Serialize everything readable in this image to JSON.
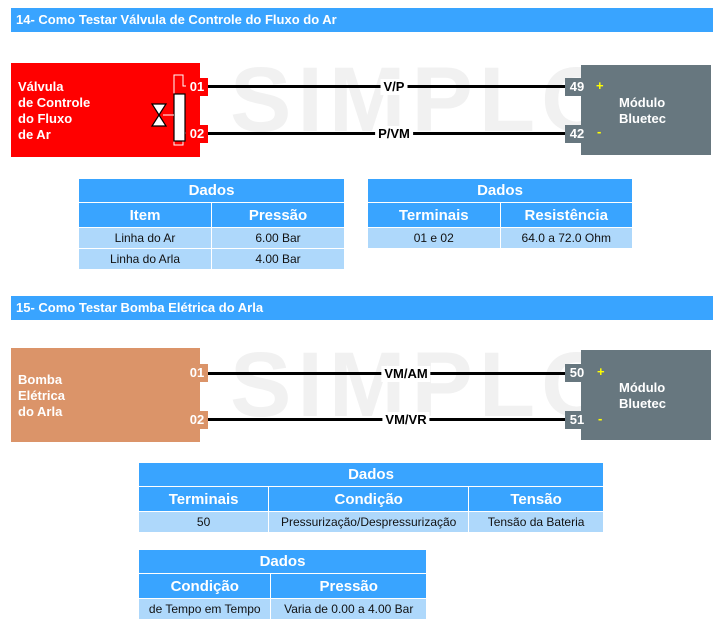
{
  "section14": {
    "title": "14- Como Testar Válvula de Controle do Fluxo do Ar",
    "component": {
      "lines": [
        "Válvula",
        "de Controle",
        "do Fluxo",
        "de Ar"
      ],
      "color": "#ff0000"
    },
    "pins": [
      "01",
      "02"
    ],
    "wires": [
      "V/P",
      "P/VM"
    ],
    "module": {
      "lines": [
        "Módulo",
        "Bluetec"
      ],
      "color": "#67777f",
      "pins": [
        "49",
        "42"
      ],
      "polarity": [
        "+",
        "-"
      ]
    },
    "table_pressure": {
      "caption": "Dados",
      "headers": [
        "Item",
        "Pressão"
      ],
      "rows": [
        [
          "Linha do Ar",
          "6.00 Bar"
        ],
        [
          "Linha do Arla",
          "4.00 Bar"
        ]
      ]
    },
    "table_resistance": {
      "caption": "Dados",
      "headers": [
        "Terminais",
        "Resistência"
      ],
      "rows": [
        [
          "01 e 02",
          "64.0 a 72.0 Ohm"
        ]
      ]
    }
  },
  "section15": {
    "title": "15- Como Testar Bomba Elétrica do Arla",
    "component": {
      "lines": [
        "Bomba",
        "Elétrica",
        "do Arla"
      ],
      "color": "#db9469"
    },
    "pins": [
      "01",
      "02"
    ],
    "wires": [
      "VM/AM",
      "VM/VR"
    ],
    "module": {
      "lines": [
        "Módulo",
        "Bluetec"
      ],
      "color": "#67777f",
      "pins": [
        "50",
        "51"
      ],
      "polarity": [
        "+",
        "-"
      ]
    },
    "table_voltage": {
      "caption": "Dados",
      "headers": [
        "Terminais",
        "Condição",
        "Tensão"
      ],
      "rows": [
        [
          "50",
          "Pressurização/Despressurização",
          "Tensão da Bateria"
        ]
      ]
    },
    "table_condition": {
      "caption": "Dados",
      "headers": [
        "Condição",
        "Pressão"
      ],
      "rows": [
        [
          "de Tempo em Tempo",
          "Varia de 0.00 a 4.00 Bar"
        ]
      ]
    }
  },
  "watermark": "SIMPLO"
}
